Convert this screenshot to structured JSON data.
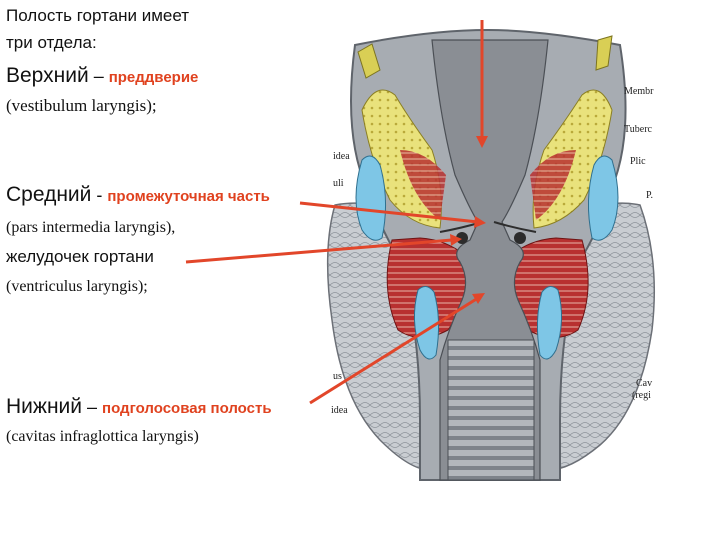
{
  "intro": {
    "line1": "Полость гортани имеет",
    "line2": "три отдела:"
  },
  "upper": {
    "name": "Верхний",
    "dash": " – ",
    "term": "преддверие",
    "latin": "(vestibulum laryngis);"
  },
  "middle": {
    "name": "Средний",
    "dash": " - ",
    "term": "промежуточная часть",
    "latin": "(pars intermedia laryngis),",
    "ventricle": "желудочек гортани",
    "ventricle_latin": "(ventriculus laryngis);"
  },
  "lower": {
    "name": "Нижний",
    "dash": " – ",
    "term": "подголосовая полость",
    "latin": "(cavitas infraglottica laryngis)"
  },
  "figure_labels": {
    "membr": "Membr",
    "tuberc": "Tuberc",
    "plic": "Plic",
    "p": "P.",
    "cav": "Cav",
    "regi": "(regi",
    "idea_top": "idea",
    "uli": "uli",
    "us": "us",
    "idea_bottom": "idea"
  },
  "colors": {
    "arrow": "#e2462a",
    "term": "#e0421f",
    "cartilage": "#9aa0a6",
    "fat": "#e6e07a",
    "muscle": "#b42a2a",
    "lumen": "#6c6c6c"
  }
}
